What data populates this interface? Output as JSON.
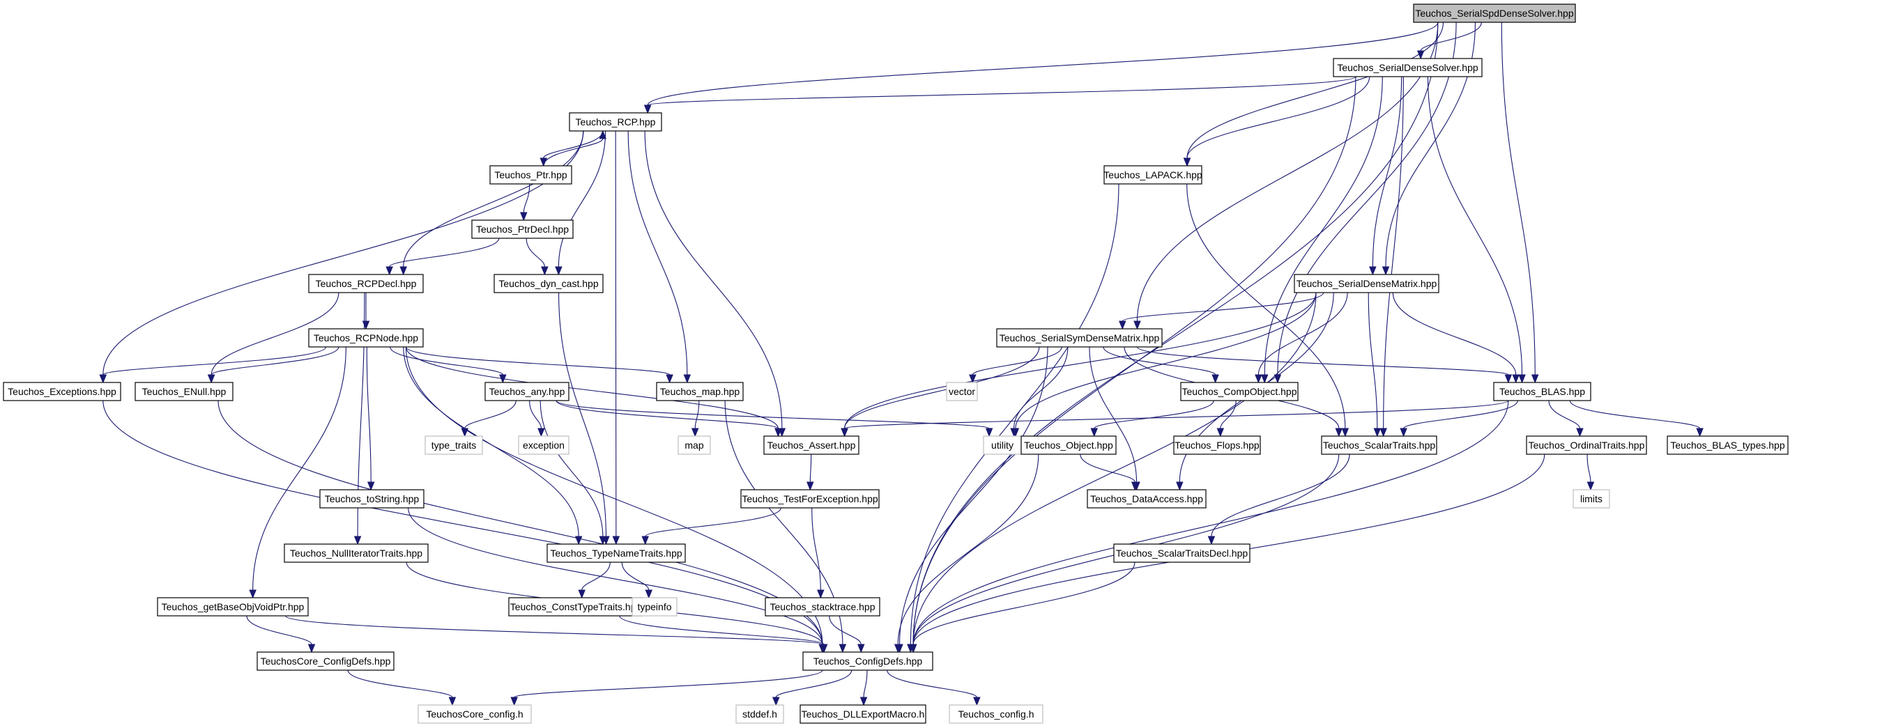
{
  "graph": {
    "colors": {
      "edge": "#191970",
      "node_border": "#000000",
      "external_border": "#bfbfbf",
      "root_fill": "#bfbfbf",
      "node_fill": "#ffffff"
    },
    "nodes": [
      {
        "id": "spd_solver",
        "label": "Teuchos_SerialSpdDenseSolver.hpp",
        "kind": "root"
      },
      {
        "id": "dense_solver",
        "label": "Teuchos_SerialDenseSolver.hpp",
        "kind": "header"
      },
      {
        "id": "rcp",
        "label": "Teuchos_RCP.hpp",
        "kind": "header"
      },
      {
        "id": "ptr",
        "label": "Teuchos_Ptr.hpp",
        "kind": "header"
      },
      {
        "id": "lapack",
        "label": "Teuchos_LAPACK.hpp",
        "kind": "header"
      },
      {
        "id": "ptrdecl",
        "label": "Teuchos_PtrDecl.hpp",
        "kind": "header"
      },
      {
        "id": "rcpdecl",
        "label": "Teuchos_RCPDecl.hpp",
        "kind": "header"
      },
      {
        "id": "dyn_cast",
        "label": "Teuchos_dyn_cast.hpp",
        "kind": "header"
      },
      {
        "id": "dense_matrix",
        "label": "Teuchos_SerialDenseMatrix.hpp",
        "kind": "header"
      },
      {
        "id": "rcpnode",
        "label": "Teuchos_RCPNode.hpp",
        "kind": "header"
      },
      {
        "id": "symdense",
        "label": "Teuchos_SerialSymDenseMatrix.hpp",
        "kind": "header"
      },
      {
        "id": "exceptions",
        "label": "Teuchos_Exceptions.hpp",
        "kind": "header"
      },
      {
        "id": "enull",
        "label": "Teuchos_ENull.hpp",
        "kind": "header"
      },
      {
        "id": "any",
        "label": "Teuchos_any.hpp",
        "kind": "header"
      },
      {
        "id": "map_hpp",
        "label": "Teuchos_map.hpp",
        "kind": "header"
      },
      {
        "id": "vector",
        "label": "vector",
        "kind": "external"
      },
      {
        "id": "compobject",
        "label": "Teuchos_CompObject.hpp",
        "kind": "header"
      },
      {
        "id": "blas",
        "label": "Teuchos_BLAS.hpp",
        "kind": "header"
      },
      {
        "id": "type_traits",
        "label": "type_traits",
        "kind": "external"
      },
      {
        "id": "exception",
        "label": "exception",
        "kind": "external"
      },
      {
        "id": "map",
        "label": "map",
        "kind": "external"
      },
      {
        "id": "assert",
        "label": "Teuchos_Assert.hpp",
        "kind": "header"
      },
      {
        "id": "utility",
        "label": "utility",
        "kind": "external"
      },
      {
        "id": "object",
        "label": "Teuchos_Object.hpp",
        "kind": "header"
      },
      {
        "id": "flops",
        "label": "Teuchos_Flops.hpp",
        "kind": "header"
      },
      {
        "id": "scalartraits",
        "label": "Teuchos_ScalarTraits.hpp",
        "kind": "header"
      },
      {
        "id": "ordinaltraits",
        "label": "Teuchos_OrdinalTraits.hpp",
        "kind": "header"
      },
      {
        "id": "blas_types",
        "label": "Teuchos_BLAS_types.hpp",
        "kind": "header"
      },
      {
        "id": "limits",
        "label": "limits",
        "kind": "external"
      },
      {
        "id": "tostring",
        "label": "Teuchos_toString.hpp",
        "kind": "header"
      },
      {
        "id": "testforexc",
        "label": "Teuchos_TestForException.hpp",
        "kind": "header"
      },
      {
        "id": "dataaccess",
        "label": "Teuchos_DataAccess.hpp",
        "kind": "header"
      },
      {
        "id": "nulliter",
        "label": "Teuchos_NullIteratorTraits.hpp",
        "kind": "header"
      },
      {
        "id": "typenametraits",
        "label": "Teuchos_TypeNameTraits.hpp",
        "kind": "header"
      },
      {
        "id": "scalartraitsdecl",
        "label": "Teuchos_ScalarTraitsDecl.hpp",
        "kind": "header"
      },
      {
        "id": "getbaseobj",
        "label": "Teuchos_getBaseObjVoidPtr.hpp",
        "kind": "header"
      },
      {
        "id": "consttypetraits",
        "label": "Teuchos_ConstTypeTraits.hpp",
        "kind": "header"
      },
      {
        "id": "typeinfo",
        "label": "typeinfo",
        "kind": "external"
      },
      {
        "id": "stacktrace",
        "label": "Teuchos_stacktrace.hpp",
        "kind": "header"
      },
      {
        "id": "configdefs",
        "label": "Teuchos_ConfigDefs.hpp",
        "kind": "header"
      },
      {
        "id": "core_configdefs",
        "label": "TeuchosCore_ConfigDefs.hpp",
        "kind": "header"
      },
      {
        "id": "core_config",
        "label": "TeuchosCore_config.h",
        "kind": "external"
      },
      {
        "id": "stddef",
        "label": "stddef.h",
        "kind": "external"
      },
      {
        "id": "dllexport",
        "label": "Teuchos_DLLExportMacro.h",
        "kind": "header"
      },
      {
        "id": "config",
        "label": "Teuchos_config.h",
        "kind": "external"
      }
    ],
    "edges": [
      {
        "from": "spd_solver",
        "to": "dense_solver"
      },
      {
        "from": "spd_solver",
        "to": "rcp"
      },
      {
        "from": "spd_solver",
        "to": "lapack"
      },
      {
        "from": "spd_solver",
        "to": "symdense"
      },
      {
        "from": "spd_solver",
        "to": "dense_matrix"
      },
      {
        "from": "spd_solver",
        "to": "compobject"
      },
      {
        "from": "spd_solver",
        "to": "blas"
      },
      {
        "from": "spd_solver",
        "to": "configdefs"
      },
      {
        "from": "dense_solver",
        "to": "rcp"
      },
      {
        "from": "dense_solver",
        "to": "lapack"
      },
      {
        "from": "dense_solver",
        "to": "dense_matrix"
      },
      {
        "from": "dense_solver",
        "to": "compobject"
      },
      {
        "from": "dense_solver",
        "to": "scalartraits"
      },
      {
        "from": "dense_solver",
        "to": "blas"
      },
      {
        "from": "dense_solver",
        "to": "configdefs"
      },
      {
        "from": "rcp",
        "to": "ptr"
      },
      {
        "from": "rcp",
        "to": "rcpdecl"
      },
      {
        "from": "rcp",
        "to": "dyn_cast"
      },
      {
        "from": "rcp",
        "to": "exceptions"
      },
      {
        "from": "rcp",
        "to": "map_hpp"
      },
      {
        "from": "rcp",
        "to": "assert"
      },
      {
        "from": "rcp",
        "to": "typenametraits"
      },
      {
        "from": "ptr",
        "to": "rcp"
      },
      {
        "from": "ptr",
        "to": "ptrdecl"
      },
      {
        "from": "ptrdecl",
        "to": "rcpdecl"
      },
      {
        "from": "ptrdecl",
        "to": "dyn_cast"
      },
      {
        "from": "lapack",
        "to": "scalartraits"
      },
      {
        "from": "lapack",
        "to": "configdefs"
      },
      {
        "from": "rcpdecl",
        "to": "rcpnode"
      },
      {
        "from": "rcpdecl",
        "to": "enull"
      },
      {
        "from": "rcpdecl",
        "to": "nulliter"
      },
      {
        "from": "dyn_cast",
        "to": "typenametraits"
      },
      {
        "from": "dense_matrix",
        "to": "symdense"
      },
      {
        "from": "dense_matrix",
        "to": "compobject"
      },
      {
        "from": "dense_matrix",
        "to": "blas"
      },
      {
        "from": "dense_matrix",
        "to": "scalartraits"
      },
      {
        "from": "dense_matrix",
        "to": "dataaccess"
      },
      {
        "from": "dense_matrix",
        "to": "assert"
      },
      {
        "from": "dense_matrix",
        "to": "utility"
      },
      {
        "from": "dense_matrix",
        "to": "configdefs"
      },
      {
        "from": "rcpnode",
        "to": "exceptions"
      },
      {
        "from": "rcpnode",
        "to": "enull"
      },
      {
        "from": "rcpnode",
        "to": "any"
      },
      {
        "from": "rcpnode",
        "to": "map_hpp"
      },
      {
        "from": "rcpnode",
        "to": "assert"
      },
      {
        "from": "rcpnode",
        "to": "tostring"
      },
      {
        "from": "rcpnode",
        "to": "getbaseobj"
      },
      {
        "from": "rcpnode",
        "to": "typenametraits"
      },
      {
        "from": "rcpnode",
        "to": "configdefs"
      },
      {
        "from": "symdense",
        "to": "compobject"
      },
      {
        "from": "symdense",
        "to": "blas"
      },
      {
        "from": "symdense",
        "to": "scalartraits"
      },
      {
        "from": "symdense",
        "to": "dataaccess"
      },
      {
        "from": "symdense",
        "to": "assert"
      },
      {
        "from": "symdense",
        "to": "vector"
      },
      {
        "from": "symdense",
        "to": "utility"
      },
      {
        "from": "symdense",
        "to": "configdefs"
      },
      {
        "from": "exceptions",
        "to": "configdefs"
      },
      {
        "from": "enull",
        "to": "configdefs"
      },
      {
        "from": "any",
        "to": "type_traits"
      },
      {
        "from": "any",
        "to": "exception"
      },
      {
        "from": "any",
        "to": "assert"
      },
      {
        "from": "any",
        "to": "typenametraits"
      },
      {
        "from": "any",
        "to": "utility"
      },
      {
        "from": "map_hpp",
        "to": "map"
      },
      {
        "from": "map_hpp",
        "to": "configdefs"
      },
      {
        "from": "compobject",
        "to": "object"
      },
      {
        "from": "compobject",
        "to": "flops"
      },
      {
        "from": "blas",
        "to": "assert"
      },
      {
        "from": "blas",
        "to": "scalartraits"
      },
      {
        "from": "blas",
        "to": "ordinaltraits"
      },
      {
        "from": "blas",
        "to": "blas_types"
      },
      {
        "from": "blas",
        "to": "configdefs"
      },
      {
        "from": "assert",
        "to": "testforexc"
      },
      {
        "from": "object",
        "to": "dataaccess"
      },
      {
        "from": "object",
        "to": "configdefs"
      },
      {
        "from": "scalartraits",
        "to": "scalartraitsdecl"
      },
      {
        "from": "scalartraits",
        "to": "configdefs"
      },
      {
        "from": "ordinaltraits",
        "to": "limits"
      },
      {
        "from": "ordinaltraits",
        "to": "configdefs"
      },
      {
        "from": "tostring",
        "to": "configdefs"
      },
      {
        "from": "testforexc",
        "to": "typenametraits"
      },
      {
        "from": "testforexc",
        "to": "stacktrace"
      },
      {
        "from": "nulliter",
        "to": "configdefs"
      },
      {
        "from": "typenametraits",
        "to": "consttypetraits"
      },
      {
        "from": "typenametraits",
        "to": "typeinfo"
      },
      {
        "from": "scalartraitsdecl",
        "to": "configdefs"
      },
      {
        "from": "getbaseobj",
        "to": "core_configdefs"
      },
      {
        "from": "getbaseobj",
        "to": "configdefs"
      },
      {
        "from": "consttypetraits",
        "to": "configdefs"
      },
      {
        "from": "stacktrace",
        "to": "configdefs"
      },
      {
        "from": "configdefs",
        "to": "core_config"
      },
      {
        "from": "configdefs",
        "to": "stddef"
      },
      {
        "from": "configdefs",
        "to": "dllexport"
      },
      {
        "from": "configdefs",
        "to": "config"
      },
      {
        "from": "core_configdefs",
        "to": "core_config"
      }
    ]
  }
}
